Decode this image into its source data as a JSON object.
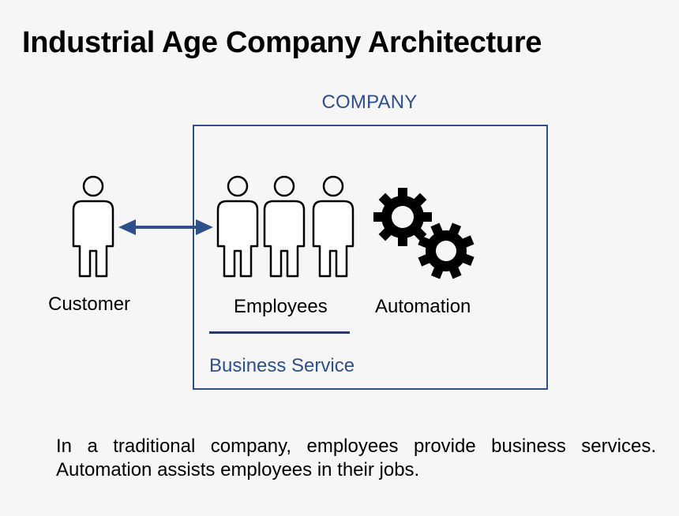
{
  "title": "Industrial Age Company Architecture",
  "company": {
    "label": "COMPANY",
    "color": "#2d4f8a"
  },
  "actors": {
    "customer_label": "Customer",
    "employees_label": "Employees",
    "automation_label": "Automation",
    "customer_icon": "person-icon",
    "employee_icon": "person-icon",
    "automation_icon": "gears-icon"
  },
  "business_service": {
    "label": "Business Service",
    "line_color": "#243c66"
  },
  "connector": {
    "type": "bidirectional-arrow",
    "color": "#2d4f8a"
  },
  "caption": {
    "line1": "In a traditional company, employees provide business services.",
    "line2": "Automation assists employees in their jobs."
  }
}
